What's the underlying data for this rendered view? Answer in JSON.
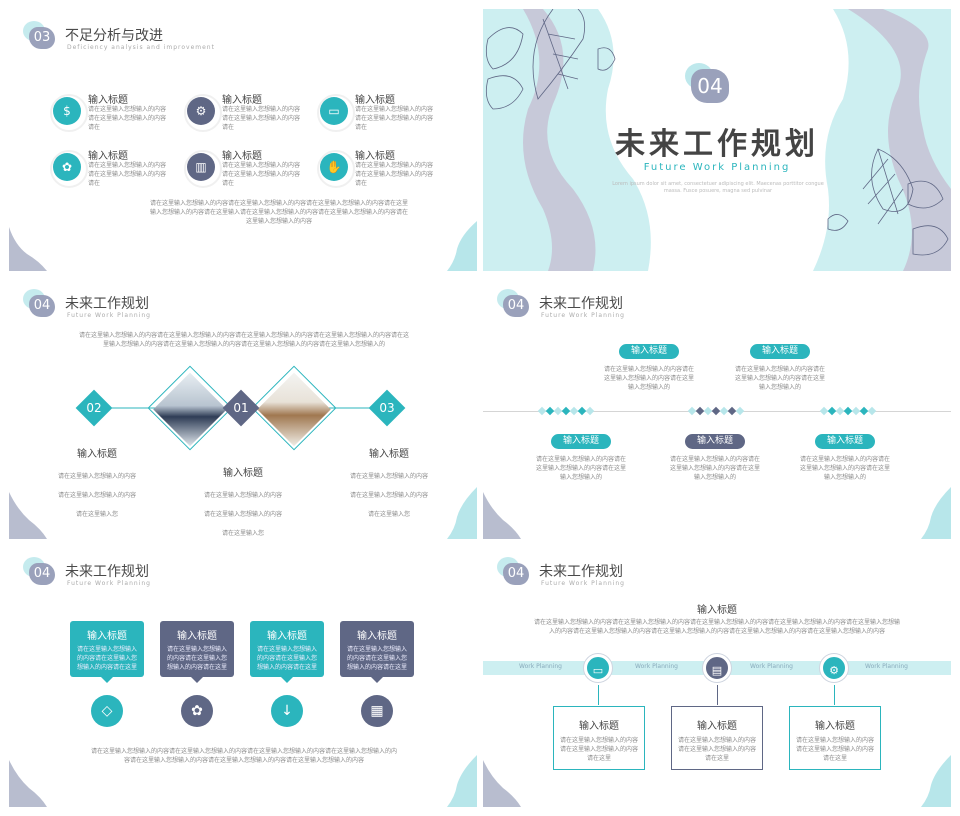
{
  "colors": {
    "teal": "#2bb5bd",
    "slate": "#5f6785",
    "grey_blob": "#9aa1bb",
    "light_teal": "#b7e6ea"
  },
  "slide1": {
    "num": "03",
    "title": "不足分析与改进",
    "subtitle": "Deficiency analysis and improvement",
    "items": [
      {
        "title": "输入标题",
        "text": "请在这里输入您想输入的内容请在这里输入您想输入的内容请在",
        "icon": "money-icon"
      },
      {
        "title": "输入标题",
        "text": "请在这里输入您想输入的内容请在这里输入您想输入的内容请在",
        "icon": "gear-money-icon"
      },
      {
        "title": "输入标题",
        "text": "请在这里输入您想输入的内容请在这里输入您想输入的内容请在",
        "icon": "monitor-icon"
      },
      {
        "title": "输入标题",
        "text": "请在这里输入您想输入的内容请在这里输入您想输入的内容请在",
        "icon": "plant-hand-icon"
      },
      {
        "title": "输入标题",
        "text": "请在这里输入您想输入的内容请在这里输入您想输入的内容请在",
        "icon": "bar-chart-icon"
      },
      {
        "title": "输入标题",
        "text": "请在这里输入您想输入的内容请在这里输入您想输入的内容请在",
        "icon": "handshake-icon"
      }
    ],
    "footer": "请在这里输入您想输入的内容请在这里输入您想输入的内容请在这里输入您想输入的内容请在这里输入您想输入的内容请在这里输入请在这里输入您想输入的内容请在这里输入您想输入的内容请在这里输入您想输入的内容"
  },
  "slide2": {
    "num": "04",
    "title": "未来工作规划",
    "subtitle": "Future Work Planning",
    "desc": "Lorem ipsum dolor sit amet, consectetuer adipiscing elit. Maecenas porttitor congue massa. Fusce posuere, magna sed pulvinar"
  },
  "slide3": {
    "num": "04",
    "title": "未来工作规划",
    "subtitle": "Future Work Planning",
    "top_text": "请在这里输入您想输入的内容请在这里输入您想输入的内容请在这里输入您想输入的内容请在这里输入您想输入的内容请在这里输入您想输入的内容请在这里输入您想输入的内容请在这里输入您想输入的内容请在这里输入您想输入的",
    "nodes": [
      {
        "num": "02",
        "title": "输入标题",
        "text": "请在这里输入您想输入的内容请在这里输入您想输入的内容请在这里输入您"
      },
      {
        "num": "01",
        "title": "输入标题",
        "text": "请在这里输入您想输入的内容请在这里输入您想输入的内容请在这里输入您"
      },
      {
        "num": "03",
        "title": "输入标题",
        "text": "请在这里输入您想输入的内容请在这里输入您想输入的内容请在这里输入您"
      }
    ]
  },
  "slide4": {
    "num": "04",
    "title": "未来工作规划",
    "subtitle": "Future Work Planning",
    "top_items": [
      {
        "title": "输入标题",
        "text": "请在这里输入您想输入的内容请在这里输入您想输入的内容请在这里输入您想输入的"
      },
      {
        "title": "输入标题",
        "text": "请在这里输入您想输入的内容请在这里输入您想输入的内容请在这里输入您想输入的"
      }
    ],
    "bottom_items": [
      {
        "title": "输入标题",
        "text": "请在这里输入您想输入的内容请在这里输入您想输入的内容请在这里输入您想输入的"
      },
      {
        "title": "输入标题",
        "text": "请在这里输入您想输入的内容请在这里输入您想输入的内容请在这里输入您想输入的"
      },
      {
        "title": "输入标题",
        "text": "请在这里输入您想输入的内容请在这里输入您想输入的内容请在这里输入您想输入的"
      }
    ]
  },
  "slide5": {
    "num": "04",
    "title": "未来工作规划",
    "subtitle": "Future Work Planning",
    "cards": [
      {
        "title": "输入标题",
        "text": "请在这里输入您想输入的内容请在这里输入您想输入的内容请在这里",
        "icon": "diamond-icon"
      },
      {
        "title": "输入标题",
        "text": "请在这里输入您想输入的内容请在这里输入您想输入的内容请在这里",
        "icon": "plant-hand-icon"
      },
      {
        "title": "输入标题",
        "text": "请在这里输入您想输入的内容请在这里输入您想输入的内容请在这里",
        "icon": "chart-down-icon"
      },
      {
        "title": "输入标题",
        "text": "请在这里输入您想输入的内容请在这里输入您想输入的内容请在这里",
        "icon": "calculator-icon"
      }
    ],
    "footer": "请在这里输入您想输入的内容请在这里输入您想输入的内容请在这里输入您想输入的内容请在这里输入您想输入的内容请在这里输入您想输入的内容请在这里输入您想输入的内容请在这里输入您想输入的内容"
  },
  "slide6": {
    "num": "04",
    "title": "未来工作规划",
    "subtitle": "Future Work Planning",
    "heading": "输入标题",
    "desc": "请在这里输入您想输入的内容请在这里输入您想输入的内容请在这里输入您想输入的内容请在这里输入您想输入的内容请在这里输入您想输入的内容请在这里输入您想输入的内容请在这里输入您想输入的内容请在这里输入您想输入的内容请在这里输入您想输入的内容",
    "band_labels": [
      "Work Planning",
      "Work Planning",
      "Work Planning",
      "Work Planning"
    ],
    "boxes": [
      {
        "title": "输入标题",
        "text": "请在这里输入您想输入的内容请在这里输入您想输入的内容请在这里",
        "icon": "monitor-icon"
      },
      {
        "title": "输入标题",
        "text": "请在这里输入您想输入的内容请在这里输入您想输入的内容请在这里",
        "icon": "certificate-icon"
      },
      {
        "title": "输入标题",
        "text": "请在这里输入您想输入的内容请在这里输入您想输入的内容请在这里",
        "icon": "gear-icon"
      }
    ]
  }
}
